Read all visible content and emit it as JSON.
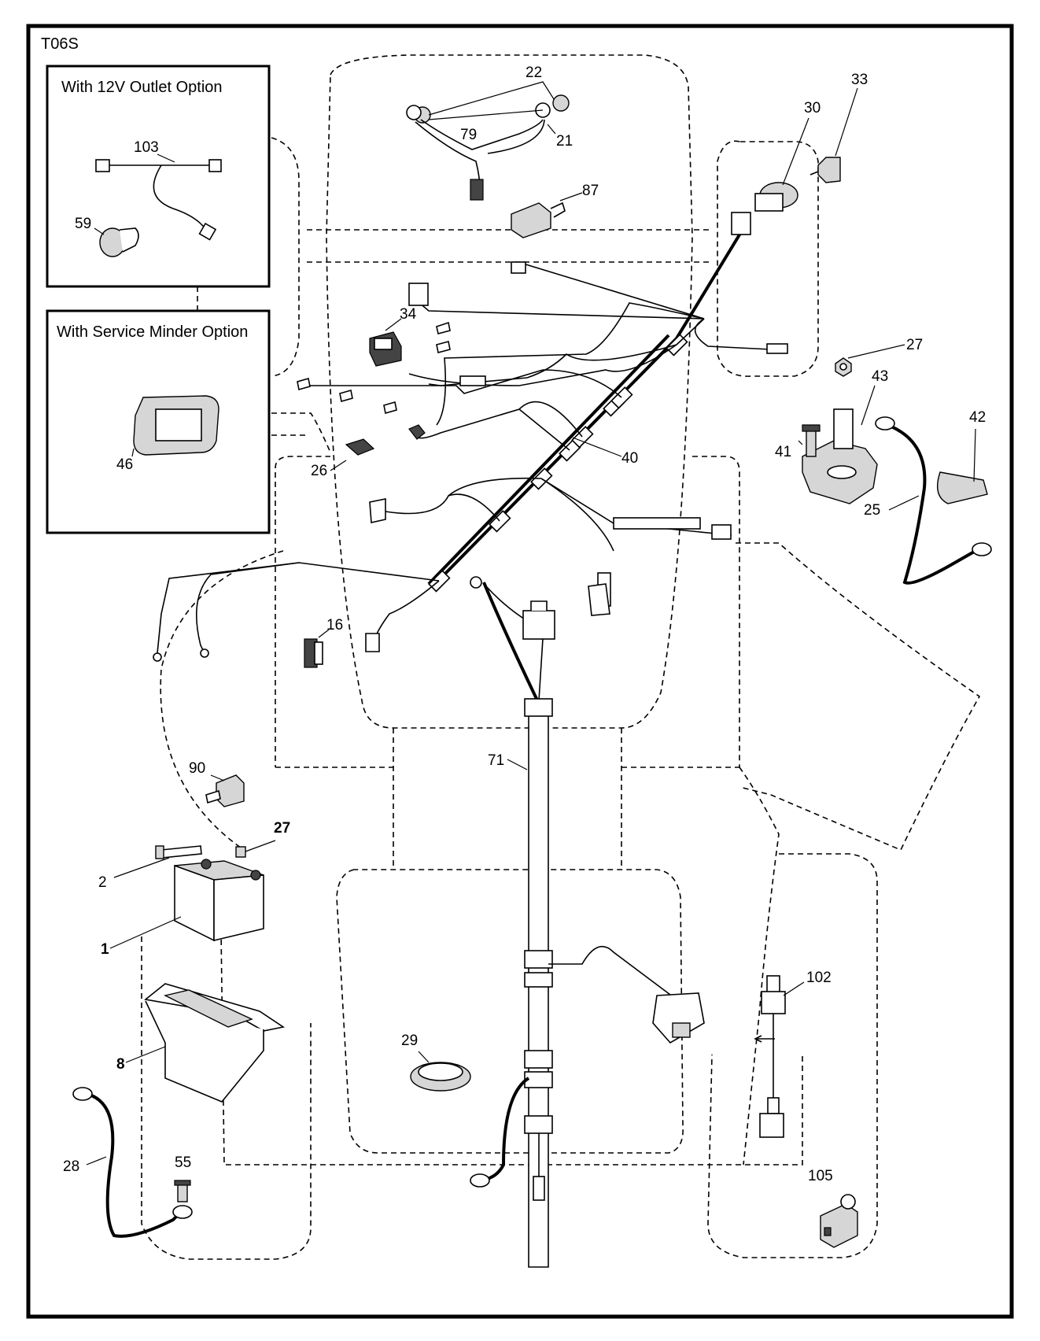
{
  "diagram": {
    "code": "T06S",
    "options": [
      {
        "title": "With 12V Outlet Option"
      },
      {
        "title": "With Service Minder Option"
      }
    ],
    "callouts": {
      "c103": "103",
      "c59": "59",
      "c46": "46",
      "c22": "22",
      "c79": "79",
      "c21": "21",
      "c87": "87",
      "c30": "30",
      "c33": "33",
      "c34": "34",
      "c27a": "27",
      "c43": "43",
      "c41": "41",
      "c42": "42",
      "c25": "25",
      "c40": "40",
      "c26": "26",
      "c16": "16",
      "c90": "90",
      "c27b": "27",
      "c2": "2",
      "c1": "1",
      "c8": "8",
      "c71": "71",
      "c29": "29",
      "c102": "102",
      "c28": "28",
      "c55": "55",
      "c105": "105"
    }
  }
}
